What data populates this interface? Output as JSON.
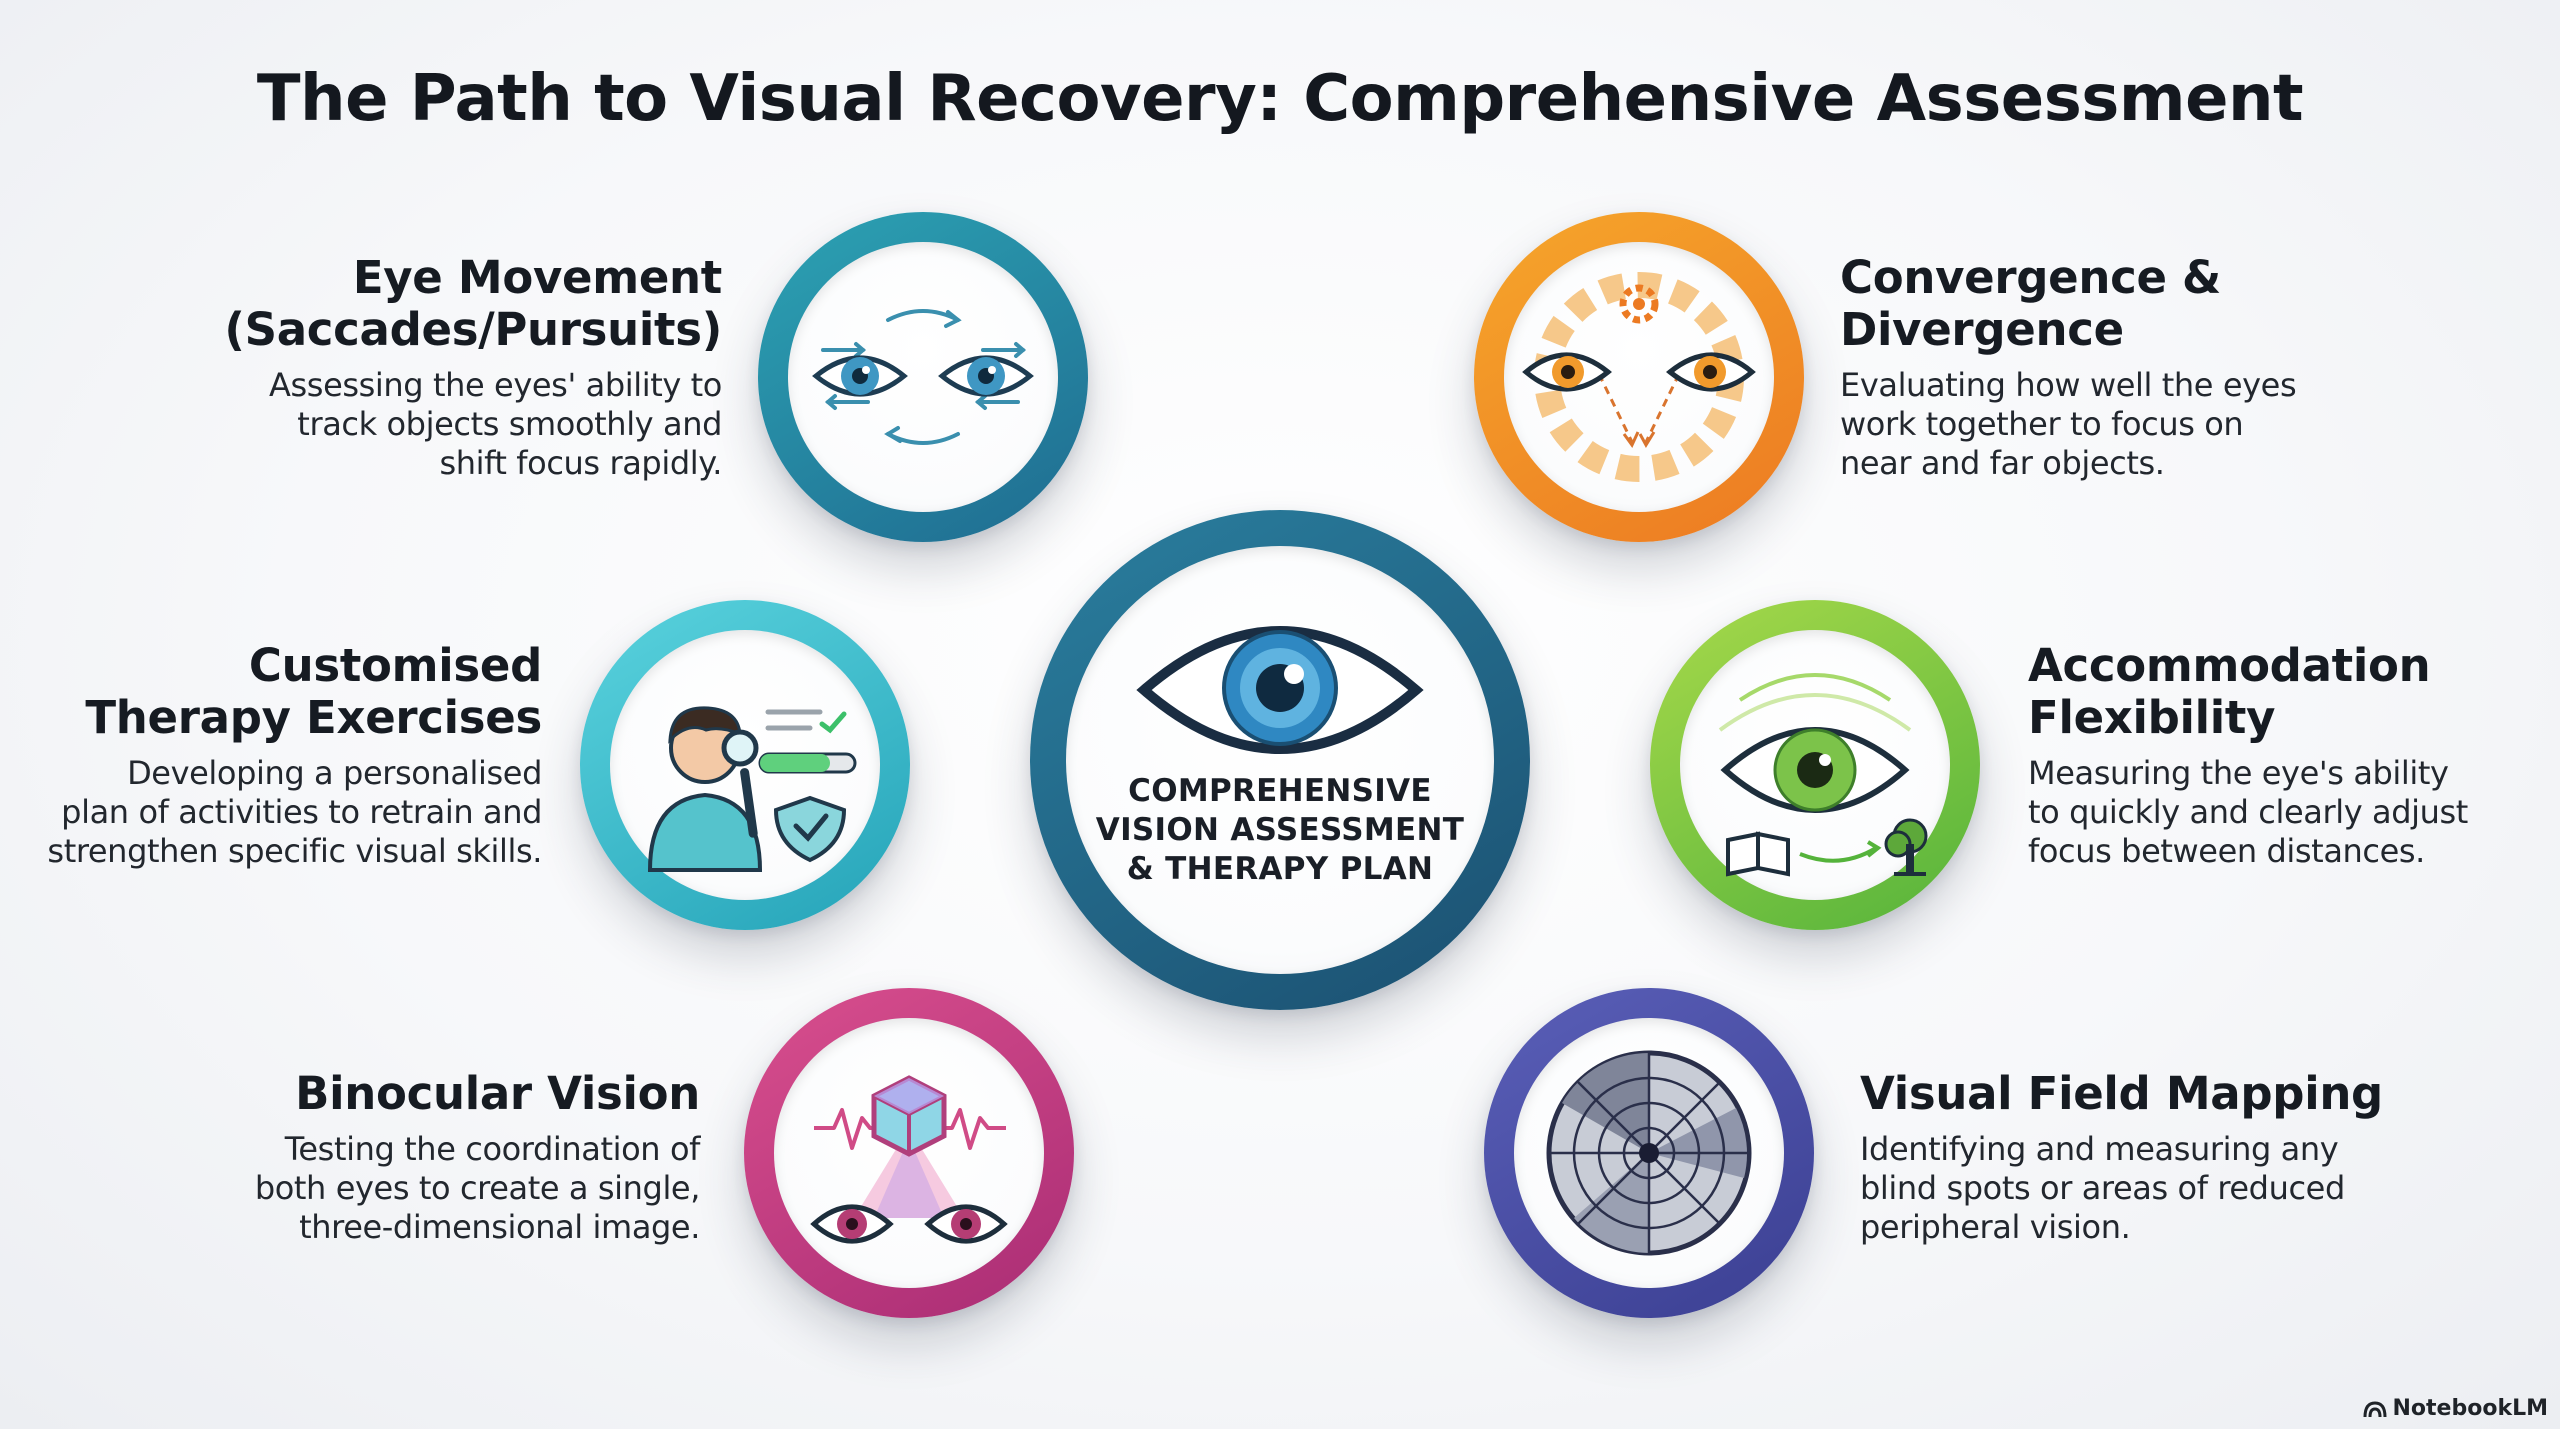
{
  "title": "The Path to Visual Recovery: Comprehensive Assessment",
  "center": {
    "line1": "COMPREHENSIVE",
    "line2": "VISION ASSESSMENT",
    "line3": "& THERAPY PLAN"
  },
  "nodes": {
    "eye_movement": {
      "title_line1": "Eye Movement",
      "title_line2": "(Saccades/Pursuits)",
      "desc_line1": "Assessing the eyes' ability to",
      "desc_line2": "track objects smoothly and",
      "desc_line3": "shift focus rapidly."
    },
    "convergence": {
      "title_line1": "Convergence &",
      "title_line2": "Divergence",
      "desc_line1": "Evaluating how well the eyes",
      "desc_line2": "work together to focus on",
      "desc_line3": "near and far objects."
    },
    "therapy": {
      "title_line1": "Customised",
      "title_line2": "Therapy Exercises",
      "desc_line1": "Developing a personalised",
      "desc_line2": "plan of activities to retrain and",
      "desc_line3": "strengthen specific visual skills."
    },
    "accommodation": {
      "title_line1": "Accommodation",
      "title_line2": "Flexibility",
      "desc_line1": "Measuring the eye's ability",
      "desc_line2": "to quickly and clearly adjust",
      "desc_line3": "focus between distances."
    },
    "binocular": {
      "title_line1": "Binocular Vision",
      "desc_line1": "Testing the coordination of",
      "desc_line2": "both eyes to create a single,",
      "desc_line3": "three-dimensional image."
    },
    "visual_field": {
      "title_line1": "Visual Field Mapping",
      "desc_line1": "Identifying and measuring any",
      "desc_line2": "blind spots or areas of reduced",
      "desc_line3": "peripheral vision."
    }
  },
  "colors": {
    "blue": "#1f6b90",
    "orange": "#ef8a25",
    "cyan": "#35b6c6",
    "green": "#6cc040",
    "pink": "#c03a7f",
    "indigo": "#464aa3",
    "center": "#1f5f80"
  },
  "icons": {
    "eye_movement": "eyes-tracking-arrows-icon",
    "convergence": "gear-eyes-converging-icon",
    "therapy": "person-magnifier-checklist-icon",
    "accommodation": "eye-book-tree-icon",
    "binocular": "eyes-cube-icon",
    "visual_field": "radar-field-map-icon",
    "center": "eye-icon",
    "brand": "notebooklm-logo-icon"
  },
  "brand": "NotebookLM"
}
